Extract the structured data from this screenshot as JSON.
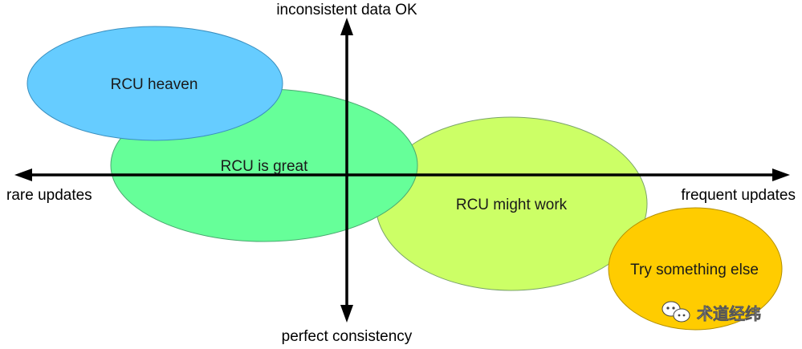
{
  "axes": {
    "top": "inconsistent data OK",
    "bottom": "perfect consistency",
    "left": "rare updates",
    "right": "frequent updates"
  },
  "regions": {
    "heaven": {
      "label": "RCU heaven",
      "color": "#66ccff"
    },
    "great": {
      "label": "RCU is great",
      "color": "#66ff99"
    },
    "might": {
      "label": "RCU might work",
      "color": "#ccff66"
    },
    "else": {
      "label": "Try something else",
      "color": "#ffcc00"
    }
  },
  "watermark": {
    "text": "术道经纬",
    "icon": "wechat-icon"
  }
}
